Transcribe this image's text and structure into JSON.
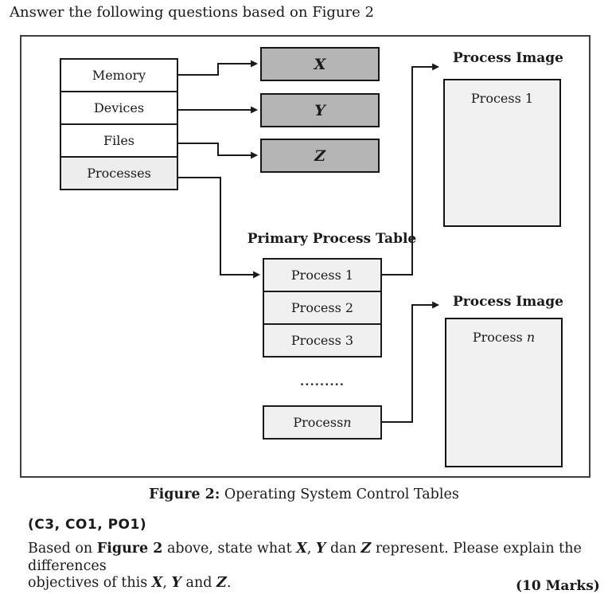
{
  "page": {
    "instruction": "Answer the following questions based on Figure 2",
    "caption": {
      "bold": "Figure 2:",
      "rest": " Operating System Control Tables"
    },
    "outcome_code": "(C3, CO1, PO1)",
    "marks_partial": "(10 Marks)"
  },
  "diagram": {
    "control_table_items": [
      {
        "label": "Memory"
      },
      {
        "label": "Devices"
      },
      {
        "label": "Files"
      },
      {
        "label": "Processes"
      }
    ],
    "unknown_tables": [
      {
        "label": "X"
      },
      {
        "label": "Y"
      },
      {
        "label": "Z"
      }
    ],
    "primary_process_table": {
      "title": "Primary Process Table",
      "rows": [
        {
          "label": "Process 1"
        },
        {
          "label": "Process 2"
        },
        {
          "label": "Process 3"
        }
      ],
      "ellipsis": ".........",
      "last_row": {
        "prefix": "Process ",
        "italic": "n"
      }
    },
    "process_image_top": {
      "label": "Process Image",
      "content": "Process 1"
    },
    "process_image_bottom": {
      "label": "Process Image",
      "content_prefix": "Process ",
      "content_italic": "n"
    },
    "colors": {
      "unknown_table_fill": "#b5b5b5",
      "table_row_fill": "#f0f0f0",
      "processes_row_fill": "#ededed",
      "process_image_fill": "#f1f1f1",
      "line_color": "#1a1a1a",
      "frame_border": "#3f3f3f"
    }
  },
  "question": {
    "line1": [
      {
        "t": "Based on "
      },
      {
        "t": "Figure 2"
      },
      {
        "t": " above, state what "
      },
      {
        "t": "X"
      },
      {
        "t": ", "
      },
      {
        "t": "Y"
      },
      {
        "t": " dan "
      },
      {
        "t": "Z"
      },
      {
        "t": " represent. Please explain the differences"
      }
    ],
    "line2": [
      {
        "t": "objectives of this "
      },
      {
        "t": "X"
      },
      {
        "t": ", "
      },
      {
        "t": "Y"
      },
      {
        "t": " and "
      },
      {
        "t": "Z"
      },
      {
        "t": "."
      }
    ]
  }
}
